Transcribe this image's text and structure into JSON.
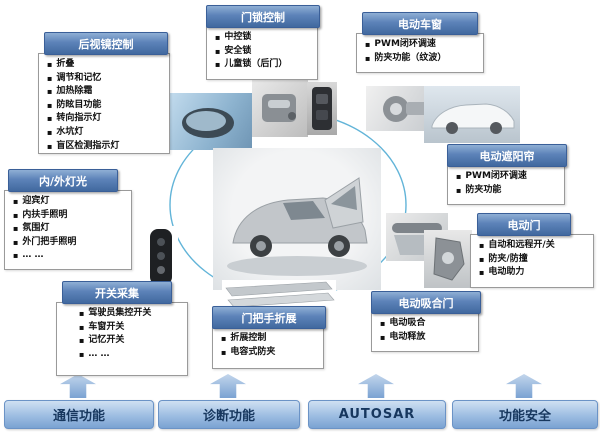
{
  "diagram": {
    "panels": {
      "mirror": {
        "title": "后视镜控制",
        "items": [
          "折叠",
          "调节和记忆",
          "加热除霜",
          "防眩目功能",
          "转向指示灯",
          "水坑灯",
          "盲区检测指示灯"
        ]
      },
      "door_lock": {
        "title": "门锁控制",
        "items": [
          "中控锁",
          "安全锁",
          "儿童锁（后门）"
        ]
      },
      "window": {
        "title": "电动车窗",
        "items": [
          "PWM闭环调速",
          "防夹功能（纹波）"
        ]
      },
      "sunshade": {
        "title": "电动遮阳帘",
        "items": [
          "PWM闭环调速",
          "防夹功能"
        ]
      },
      "power_door": {
        "title": "电动门",
        "items": [
          "自动和远程开/关",
          "防夹/防撞",
          "电动助力"
        ]
      },
      "soft_close": {
        "title": "电动吸合门",
        "items": [
          "电动吸合",
          "电动释放"
        ]
      },
      "lights": {
        "title": "内/外灯光",
        "items": [
          "迎宾灯",
          "内扶手照明",
          "氛围灯",
          "外门把手照明",
          "… …"
        ]
      },
      "switches": {
        "title": "开关采集",
        "items": [
          "驾驶员集控开关",
          "车窗开关",
          "记忆开关",
          "… …"
        ]
      },
      "handle": {
        "title": "门把手折展",
        "items": [
          "折展控制",
          "电容式防夹"
        ]
      }
    },
    "footer": {
      "labels": [
        "通信功能",
        "诊断功能",
        "AUTOSAR",
        "功能安全"
      ]
    },
    "colors": {
      "header_blue": "#41699f",
      "ellipse_stroke": "#62b4d8",
      "footer_text": "#17375e"
    }
  }
}
